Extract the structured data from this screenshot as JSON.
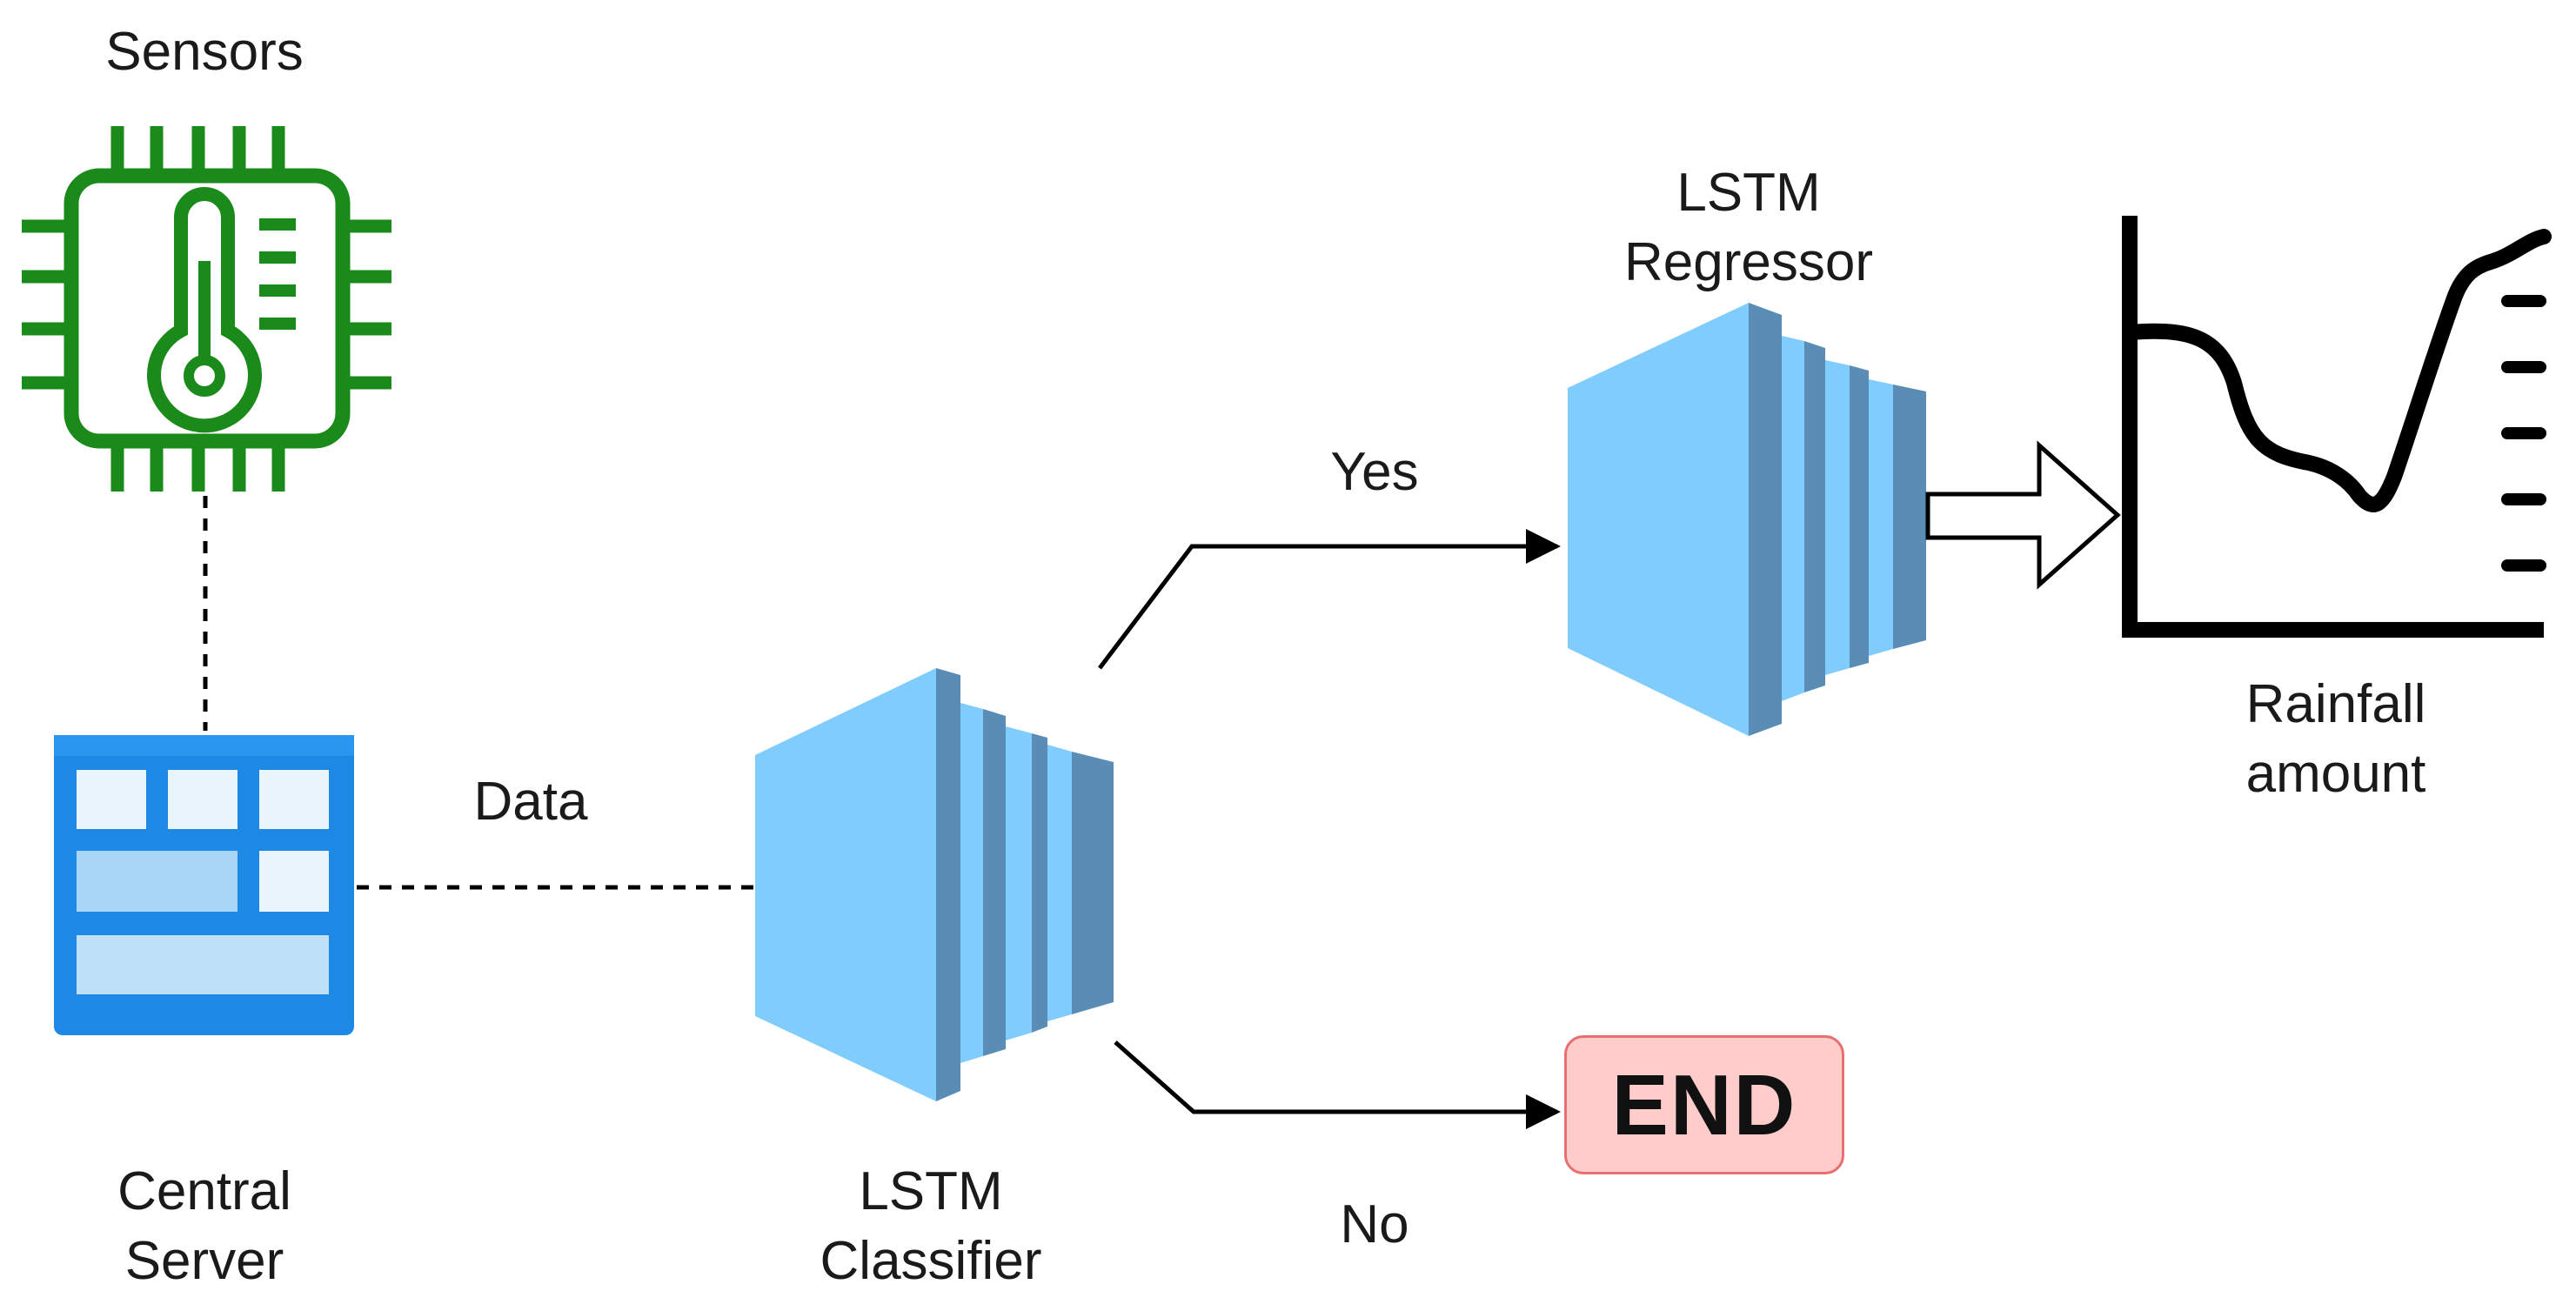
{
  "labels": {
    "sensors": "Sensors",
    "central_server": [
      "Central",
      "Server"
    ],
    "data": "Data",
    "lstm_classifier": [
      "LSTM",
      "Classifier"
    ],
    "lstm_regressor": [
      "LSTM",
      "Regressor"
    ],
    "yes": "Yes",
    "no": "No",
    "end": "END",
    "rainfall_amount": [
      "Rainfall",
      "amount"
    ]
  },
  "colors": {
    "sensor_green": "#1a8a1a",
    "server_blue": "#1e88e5",
    "lstm_light": "#80ccfc",
    "lstm_dark": "#5a8db5",
    "end_fill": "#ffcccc",
    "end_border": "#e86f6f",
    "line": "#000000"
  },
  "icons": {
    "sensor": "sensor-chip-thermometer-icon",
    "server": "server-grid-icon",
    "classifier": "lstm-classifier-stack-icon",
    "regressor": "lstm-regressor-stack-icon",
    "output": "rainfall-chart-icon"
  }
}
